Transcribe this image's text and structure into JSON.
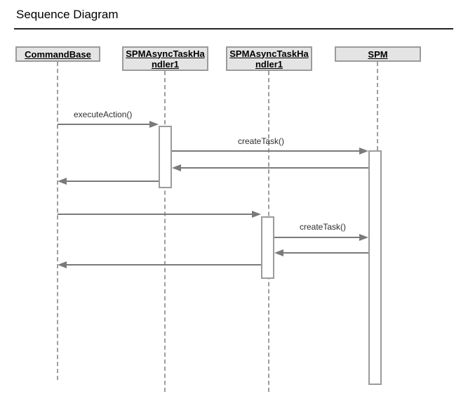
{
  "page": {
    "title": "Sequence Diagram"
  },
  "diagram": {
    "type": "sequence",
    "actors": [
      {
        "id": "commandbase",
        "label": "CommandBase",
        "lines": [
          "CommandBase"
        ]
      },
      {
        "id": "handler1",
        "label": "SPMAsyncTaskHandler1",
        "lines": [
          "SPMAsyncTaskHa",
          "ndler1"
        ]
      },
      {
        "id": "handler2",
        "label": "SPMAsyncTaskHandler1",
        "lines": [
          "SPMAsyncTaskHa",
          "ndler1"
        ]
      },
      {
        "id": "spm",
        "label": "SPM",
        "lines": [
          "SPM"
        ]
      }
    ],
    "messages": [
      {
        "from": "CommandBase",
        "to": "SPMAsyncTaskHandler1",
        "label": "executeAction()",
        "kind": "call"
      },
      {
        "from": "SPMAsyncTaskHandler1",
        "to": "SPM",
        "label": "createTask()",
        "kind": "call"
      },
      {
        "from": "SPM",
        "to": "SPMAsyncTaskHandler1",
        "label": "",
        "kind": "return"
      },
      {
        "from": "SPMAsyncTaskHandler1",
        "to": "CommandBase",
        "label": "",
        "kind": "return"
      },
      {
        "from": "CommandBase",
        "to": "SPMAsyncTaskHandler1(2)",
        "label": "",
        "kind": "call"
      },
      {
        "from": "SPMAsyncTaskHandler1(2)",
        "to": "SPM",
        "label": "createTask()",
        "kind": "call"
      },
      {
        "from": "SPM",
        "to": "SPMAsyncTaskHandler1(2)",
        "label": "",
        "kind": "return"
      },
      {
        "from": "SPMAsyncTaskHandler1(2)",
        "to": "CommandBase",
        "label": "",
        "kind": "return"
      }
    ],
    "colors": {
      "actor_fill": "#e4e4e4",
      "actor_border": "#9b9b9b",
      "lifeline": "#9e9e9e",
      "arrow": "#7a7a7a",
      "label_text": "#2e2e2e",
      "actor_text": "#000000",
      "title_text": "#000000",
      "divider": "#242424",
      "background": "#ffffff"
    }
  }
}
